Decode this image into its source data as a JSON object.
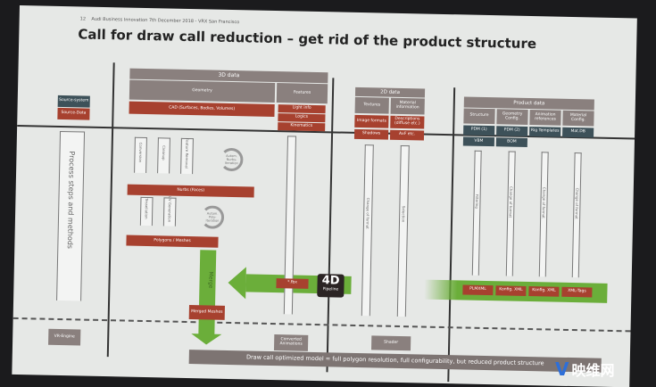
{
  "header": {
    "page": "12",
    "event": "Audi Business Innovation 7th December 2018 - VRX San Francisco"
  },
  "title": "Call for draw call reduction – get rid of the product structure",
  "source": {
    "system": "Source-system",
    "data": "Source-Data"
  },
  "process": "Process steps and methods",
  "d3": {
    "title": "3D data",
    "geometry": "Geometry",
    "features": "Features",
    "cad": "CAD (Surfaces, Bodies, Volumes)",
    "feat_items": [
      "Light info",
      "Logics",
      "Kinematics"
    ],
    "steps1": [
      "Conversion",
      "Cleanup",
      "Feature Removal"
    ],
    "cycle1": "Autom. Nurbs-Iteration",
    "nurbs": "Nurbs (Faces)",
    "steps2": [
      "Tessellation",
      "UV Generation"
    ],
    "cycle2": "Autom. Poly-Iteration",
    "polygons": "Polygons / Meshes",
    "merge": "Merge",
    "merged": "Merged Meshes",
    "fbx": "*.fbx",
    "converted": "Converted Animations"
  },
  "d2": {
    "title": "2D data",
    "cols": [
      "Textures",
      "Material information"
    ],
    "cells": [
      "Image formats",
      "Descriptions (diffuse etc.)",
      "Shadows",
      "AxF etc."
    ],
    "arrows": [
      "Change of format",
      "Selection"
    ],
    "shader": "Shader"
  },
  "product": {
    "title": "Product data",
    "cols": [
      "Structure",
      "Geometry Config.",
      "Animation references",
      "Material Config."
    ],
    "cells": [
      "PDM (1)",
      "PDM (2)",
      "Rig Templates",
      "Mat.DB",
      "VBM",
      "BOM"
    ],
    "arrows": [
      "Filtering",
      "Change of format",
      "Change of format",
      "Change of format"
    ],
    "outputs": [
      "PLMXML",
      "Konfig. XML",
      "Konfig. XML",
      "XML-Tags"
    ]
  },
  "pipeline": {
    "big": "4D",
    "small": "Pipeline"
  },
  "vr_engine": "VR-Engine",
  "bottom": "Draw call optimized model = full polygon resolution, full configurability, but reduced product structure",
  "watermark": {
    "logo": "V",
    "text": "映维网"
  },
  "colors": {
    "red": "#a7412f",
    "gray": "#8a807e",
    "teal": "#3d5159",
    "green": "#6bae3a"
  }
}
